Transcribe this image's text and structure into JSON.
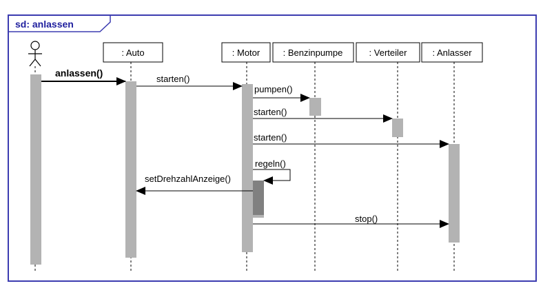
{
  "diagram": {
    "frame_label": "sd: anlassen",
    "frame_color": "#3b3bb0",
    "actor": {
      "icon": "stick-figure-icon"
    },
    "lifelines": [
      {
        "id": "auto",
        "label": ": Auto"
      },
      {
        "id": "motor",
        "label": ": Motor"
      },
      {
        "id": "benzinpumpe",
        "label": ": Benzinpumpe"
      },
      {
        "id": "verteiler",
        "label": ": Verteiler"
      },
      {
        "id": "anlasser",
        "label": ": Anlasser"
      }
    ],
    "messages": [
      {
        "label": "anlassen()",
        "from": "actor",
        "to": "auto"
      },
      {
        "label": "starten()",
        "from": "auto",
        "to": "motor"
      },
      {
        "label": "pumpen()",
        "from": "motor",
        "to": "benzinpumpe"
      },
      {
        "label": "starten()",
        "from": "motor",
        "to": "verteiler"
      },
      {
        "label": "starten()",
        "from": "motor",
        "to": "anlasser"
      },
      {
        "label": "regeln()",
        "from": "motor",
        "to": "motor"
      },
      {
        "label": "setDrehzahlAnzeige()",
        "from": "motor",
        "to": "auto"
      },
      {
        "label": "stop()",
        "from": "motor",
        "to": "anlasser"
      }
    ],
    "colors": {
      "activation": "#b3b3b3",
      "nested_activation": "#808080",
      "line": "#000000"
    }
  }
}
